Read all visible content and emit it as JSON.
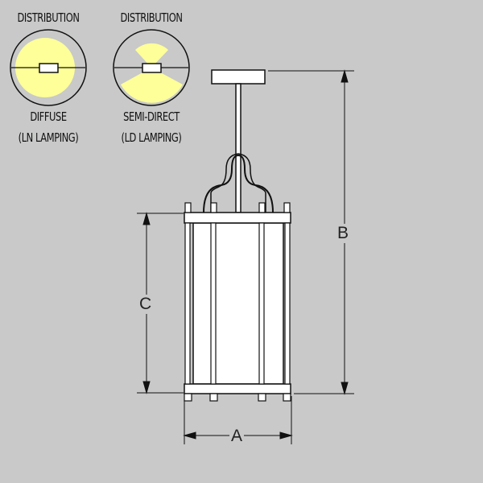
{
  "distribution": [
    {
      "title": "DISTRIBUTION",
      "type": "DIFFUSE",
      "lamping": "(LN LAMPING)"
    },
    {
      "title": "DISTRIBUTION",
      "type": "SEMI-DIRECT",
      "lamping": "(LD LAMPING)"
    }
  ],
  "dimensions": {
    "width": "A",
    "height_overall": "B",
    "height_body": "C"
  },
  "colors": {
    "background": "#c8c9c8",
    "light": "#ffff99",
    "line": "#111111"
  }
}
